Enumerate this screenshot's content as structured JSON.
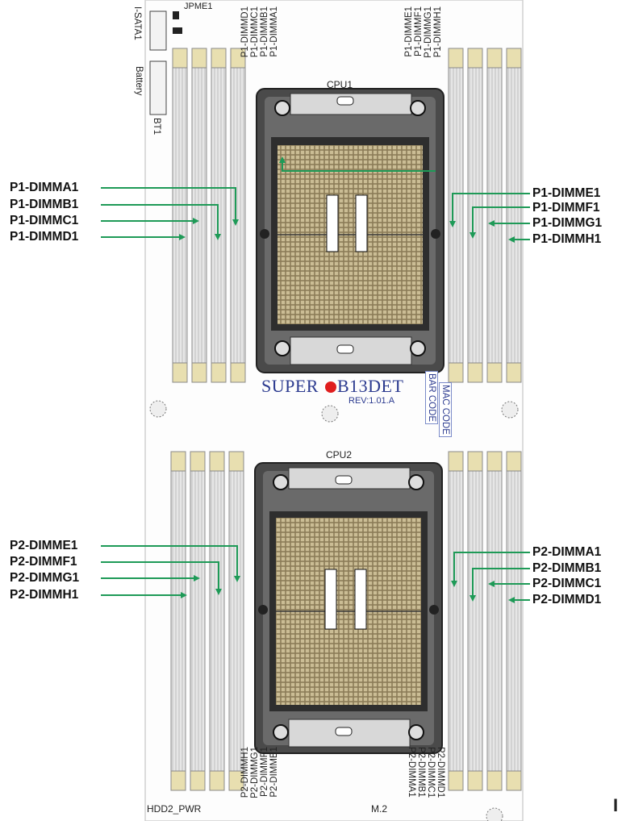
{
  "board": {
    "model": "B13DET",
    "brand_prefix": "SUPER",
    "revision": "REV:1.01.A",
    "bar_code": "BAR CODE",
    "mac_code": "MAC CODE",
    "cpu1": "CPU1",
    "cpu2": "CPU2",
    "jpme1": "JPME1",
    "isata1": "I-SATA1",
    "battery": "Battery",
    "bt1": "BT1",
    "hdd2_pwr": "HDD2_PWR",
    "m2": "M.2",
    "edge_mark": "I"
  },
  "cpu1_left_callouts": [
    "P1-DIMMA1",
    "P1-DIMMB1",
    "P1-DIMMC1",
    "P1-DIMMD1"
  ],
  "cpu1_right_callouts": [
    "P1-DIMME1",
    "P1-DIMMF1",
    "P1-DIMMG1",
    "P1-DIMMH1"
  ],
  "cpu2_left_callouts": [
    "P2-DIMME1",
    "P2-DIMMF1",
    "P2-DIMMG1",
    "P2-DIMMH1"
  ],
  "cpu2_right_callouts": [
    "P2-DIMMA1",
    "P2-DIMMB1",
    "P2-DIMMC1",
    "P2-DIMMD1"
  ],
  "top_left_slot_labels": [
    "P1-DIMMD1",
    "P1-DIMMC1",
    "P1-DIMMB1",
    "P1-DIMMA1"
  ],
  "top_right_slot_labels": [
    "P1-DIMME1",
    "P1-DIMMF1",
    "P1-DIMMG1",
    "P1-DIMMH1"
  ],
  "bottom_left_slot_labels": [
    "P2-DIMMH1",
    "P2-DIMMG1",
    "P2-DIMMF1",
    "P2-DIMME1"
  ],
  "bottom_right_slot_labels": [
    "P2-DIMMA1",
    "P2-DIMMB1",
    "P2-DIMMC1",
    "P2-DIMMD1"
  ],
  "colors": {
    "arrow": "#1e9a57",
    "brand": "#2b3a8f",
    "slot_edge": "#b8ad7a",
    "socket": "#3d3d3d",
    "pads": "#b0a07a"
  }
}
